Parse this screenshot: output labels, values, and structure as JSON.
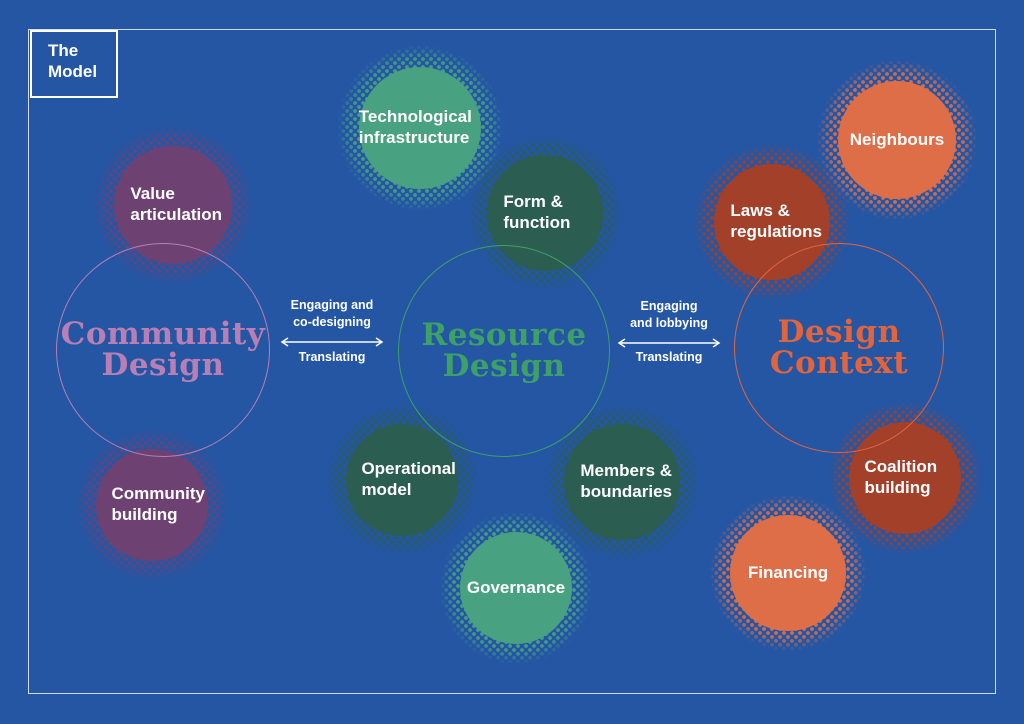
{
  "title": {
    "lines": [
      "The",
      "Model"
    ]
  },
  "colors": {
    "background": "#2456a4",
    "purple": "#6e4173",
    "teal": "#48a180",
    "dark_green": "#2b5e50",
    "rust": "#a2402a",
    "orange": "#de6e48",
    "community": "#b77fb4",
    "resource": "#3da167",
    "context": "#e2643c",
    "text": "#ffffff"
  },
  "main_circles": [
    {
      "id": "community-design",
      "lines": [
        "Community",
        "Design"
      ],
      "color": "#b77fb4"
    },
    {
      "id": "resource-design",
      "lines": [
        "Resource",
        "Design"
      ],
      "color": "#3da167"
    },
    {
      "id": "design-context",
      "lines": [
        "Design",
        "Context"
      ],
      "color": "#e2643c"
    }
  ],
  "connectors": [
    {
      "top_lines": [
        "Engaging and",
        "co-designing"
      ],
      "bottom": "Translating"
    },
    {
      "top_lines": [
        "Engaging",
        "and lobbying"
      ],
      "bottom": "Translating"
    }
  ],
  "factors": [
    {
      "id": "value-articulation",
      "lines": [
        "Value",
        "articulation"
      ],
      "color": "#6e4173"
    },
    {
      "id": "technological-infrastructure",
      "lines": [
        "Technological",
        "infrastructure"
      ],
      "color": "#48a180"
    },
    {
      "id": "form-and-function",
      "lines": [
        "Form &",
        "function"
      ],
      "color": "#2b5e50"
    },
    {
      "id": "laws-and-regulations",
      "lines": [
        "Laws &",
        "regulations"
      ],
      "color": "#a2402a"
    },
    {
      "id": "neighbours",
      "lines": [
        "Neighbours"
      ],
      "color": "#de6e48"
    },
    {
      "id": "community-building",
      "lines": [
        "Community",
        "building"
      ],
      "color": "#6e4173"
    },
    {
      "id": "operational-model",
      "lines": [
        "Operational",
        "model"
      ],
      "color": "#2b5e50"
    },
    {
      "id": "members-and-boundaries",
      "lines": [
        "Members &",
        "boundaries"
      ],
      "color": "#2b5e50"
    },
    {
      "id": "governance",
      "lines": [
        "Governance"
      ],
      "color": "#48a180"
    },
    {
      "id": "financing",
      "lines": [
        "Financing"
      ],
      "color": "#de6e48"
    },
    {
      "id": "coalition-building",
      "lines": [
        "Coalition",
        "building"
      ],
      "color": "#a2402a"
    }
  ]
}
